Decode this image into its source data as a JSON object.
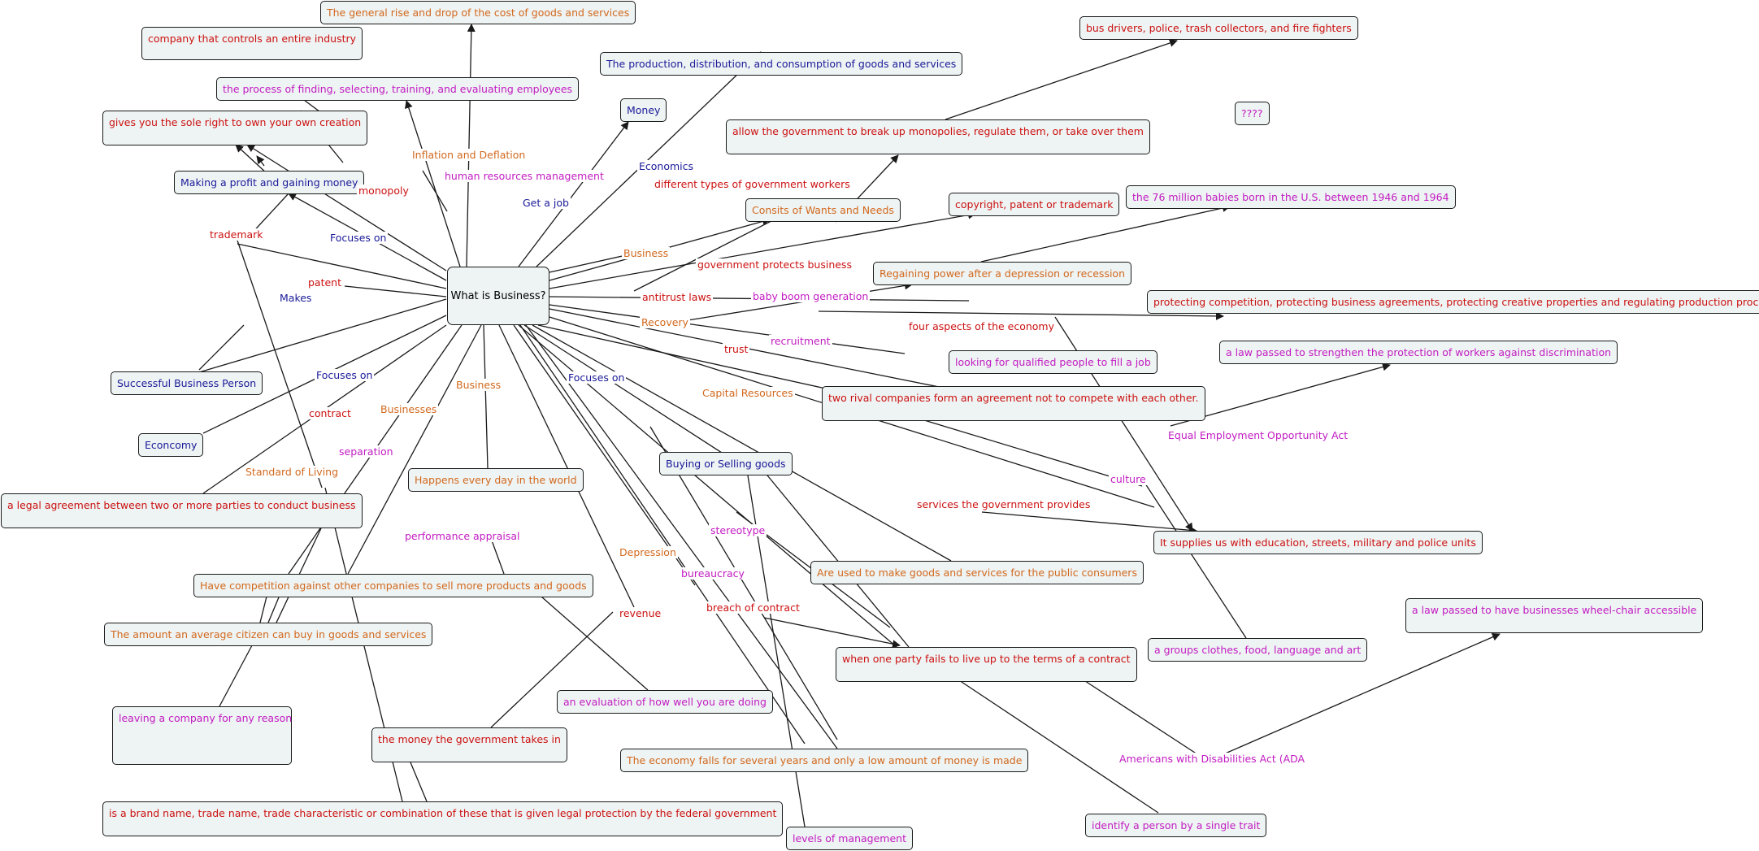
{
  "colors": {
    "red": "#cc1111",
    "blue": "#1a1a99",
    "orange": "#d2691e",
    "magenta": "#c21cc2",
    "node_fill": "#eef3f3",
    "line": "#1a1a1a"
  },
  "center": "What is Business?",
  "nodes": {
    "cost_goods": "The general rise and drop of the cost of goods and services",
    "company_controls": "company that controls an entire industry",
    "process_hr": "the process of finding, selecting, training, and evaluating employees",
    "sole_right": "gives you the sole right to own your own creation",
    "making_profit": "Making a profit and gaining money",
    "production": "The production, distribution, and consumption of goods and services",
    "money": "Money",
    "bus_drivers": "bus drivers, police, trash collectors, and fire fighters",
    "allow_gov": "allow the government to break up monopolies, regulate them, or take over them",
    "qqq": "????",
    "wants_needs": "Consits of Wants and Needs",
    "copyright": "copyright, patent or trademark",
    "babies": "the 76 million babies born in the U.S. between 1946 and 1964",
    "regaining": "Regaining power after a depression or recession",
    "protecting": "protecting competition, protecting business agreements, protecting creative properties and regulating production process",
    "looking": "looking for qualified people to fill a job",
    "law_discrim": "a law passed to strengthen the protection of workers against discrimination",
    "two_rival": "two rival companies form an agreement not to compete with each other.",
    "successful": "Successful Business Person",
    "econcomy": "Econcomy",
    "legal_agreement": "a legal agreement between two or more parties to conduct business",
    "happens": "Happens every day in the world",
    "buying_selling": "Buying or Selling goods",
    "supplies": "It supplies us with education, streets, military and police units",
    "competition": "Have competition against other companies to sell more products and goods",
    "used_make": "Are used to make goods and services for the public consumers",
    "law_wheel": "a law passed to have businesses wheel-chair accessible",
    "amount_citizen": "The amount an average citizen can buy in goods and services",
    "groups_clothes": "a groups clothes, food, language and art",
    "fails_terms": "when one party fails to live up to the terms of a contract",
    "leaving": "leaving a company for any reason",
    "evaluation": "an evaluation of how well you are doing",
    "money_gov": "the money the government takes in",
    "economy_falls": "The economy falls for several years and only a low amount of money is made",
    "brand_name": "is a brand name, trade name, trade characteristic or combination of these that is given legal protection by the federal government",
    "levels": "levels of management",
    "identify": "identify a person by a single trait"
  },
  "labels": {
    "inflation": "Inflation and Deflation",
    "hrm": "human resources management",
    "monopoly": "monopoly",
    "get_job": "Get a job",
    "economics": "Economics",
    "diff_types": "different types of government workers",
    "trademark": "trademark",
    "focuses_on_1": "Focuses on",
    "business_1": "Business",
    "patent": "patent",
    "makes": "Makes",
    "gov_protects": "government protects business",
    "antitrust": "antitrust laws",
    "baby_boom": "baby boom generation",
    "recovery": "Recovery",
    "four_aspects": "four aspects of the economy",
    "recruitment": "recruitment",
    "trust": "trust",
    "focuses_on_2": "Focuses on",
    "focuses_on_3": "Focuses on",
    "business_2": "Business",
    "capital": "Capital Resources",
    "contract": "contract",
    "businesses": "Businesses",
    "eeoa": "Equal Employment Opportunity Act",
    "separation": "separation",
    "standard_living": "Standard of Living",
    "culture": "culture",
    "services_gov": "services the government provides",
    "stereotype": "stereotype",
    "perf_appraisal": "performance appraisal",
    "depression": "Depression",
    "bureaucracy": "bureaucracy",
    "breach": "breach of contract",
    "revenue": "revenue",
    "ada": "Americans with Disabilities Act (ADA"
  }
}
